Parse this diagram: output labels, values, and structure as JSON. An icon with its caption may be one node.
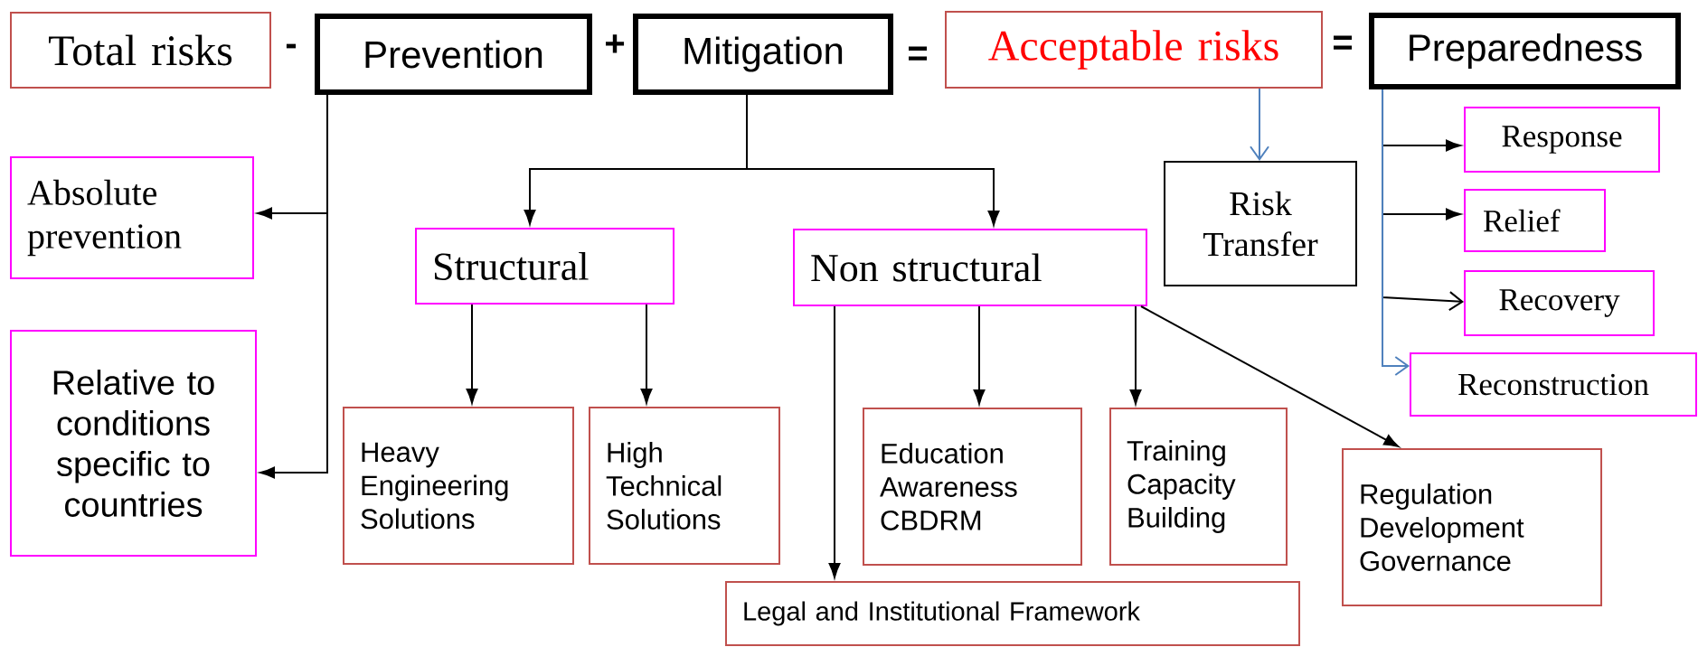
{
  "diagram": {
    "nodes": [
      {
        "text": [
          "Total risks"
        ]
      },
      {
        "text": [
          "Prevention"
        ]
      },
      {
        "text": [
          "Mitigation"
        ]
      },
      {
        "text": [
          "Acceptable risks"
        ]
      },
      {
        "text": [
          "Preparedness"
        ]
      },
      {
        "text": [
          "Absolute prevention"
        ]
      },
      {
        "text": [
          "Relative to conditions specific to countries"
        ]
      },
      {
        "text": [
          "Structural"
        ]
      },
      {
        "text": [
          "Non structural"
        ]
      },
      {
        "text": [
          "Risk Transfer"
        ]
      },
      {
        "text": [
          "Response"
        ]
      },
      {
        "text": [
          "Relief"
        ]
      },
      {
        "text": [
          "Recovery"
        ]
      },
      {
        "text": [
          "Reconstruction"
        ]
      },
      {
        "text": [
          "Heavy Engineering Solutions"
        ]
      },
      {
        "text": [
          "High Technical Solutions"
        ]
      },
      {
        "text": [
          "Legal and Institutional Framework"
        ]
      },
      {
        "text": [
          "Education Awareness CBDRM"
        ]
      },
      {
        "text": [
          "Training Capacity Building"
        ]
      },
      {
        "text": [
          "Regulation Development Governance"
        ]
      }
    ],
    "edges": [
      {
        "from": 1,
        "to": 5,
        "arrow": "to"
      },
      {
        "from": 1,
        "to": 6,
        "arrow": "to"
      },
      {
        "from": 2,
        "to": 7,
        "arrow": "to"
      },
      {
        "from": 2,
        "to": 8,
        "arrow": "to"
      },
      {
        "from": 3,
        "to": 9,
        "arrow": "to",
        "color": "#4f81bd"
      },
      {
        "from": 4,
        "to": 10,
        "arrow": "to"
      },
      {
        "from": 4,
        "to": 11,
        "arrow": "to"
      },
      {
        "from": 4,
        "to": 12,
        "arrow": "to"
      },
      {
        "from": 4,
        "to": 13,
        "arrow": "to",
        "color": "#4f81bd"
      },
      {
        "from": 7,
        "to": 14,
        "arrow": "to"
      },
      {
        "from": 7,
        "to": 15,
        "arrow": "to"
      },
      {
        "from": 8,
        "to": 16,
        "arrow": "to"
      },
      {
        "from": 8,
        "to": 17,
        "arrow": "to"
      },
      {
        "from": 8,
        "to": 18,
        "arrow": "to"
      },
      {
        "from": 8,
        "to": 19,
        "arrow": "to"
      }
    ],
    "labels": [
      "-",
      "+",
      "=",
      "="
    ]
  }
}
